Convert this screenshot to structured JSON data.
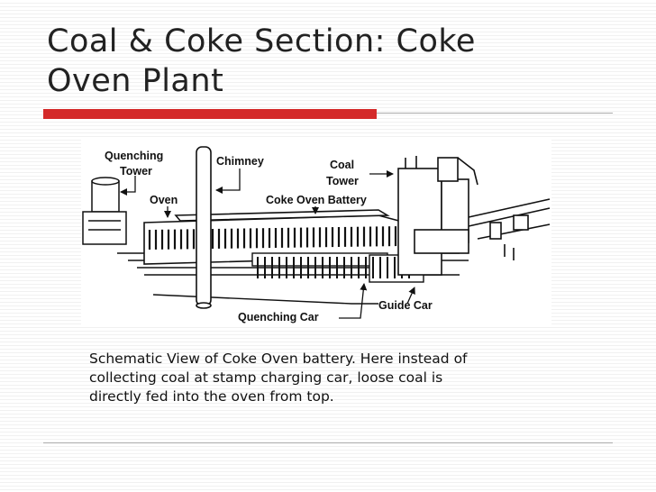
{
  "slide": {
    "title_line1": "Coal & Coke Section: Coke",
    "title_line2": "Oven Plant",
    "caption_line1": "Schematic View of Coke Oven battery. Here instead of",
    "caption_line2": "collecting coal at stamp charging car, loose coal is",
    "caption_line3": "directly fed into the oven from top."
  },
  "diagram": {
    "quenching_tower_line1": "Quenching",
    "quenching_tower_line2": "Tower",
    "chimney": "Chimney",
    "coal_tower_line1": "Coal",
    "coal_tower_line2": "Tower",
    "oven": "Oven",
    "coke_oven_battery": "Coke Oven Battery",
    "quenching_car": "Quenching Car",
    "guide_car": "Guide Car"
  },
  "colors": {
    "accent_red": "#d42a2a",
    "rule_gray": "#aaaaaa"
  }
}
